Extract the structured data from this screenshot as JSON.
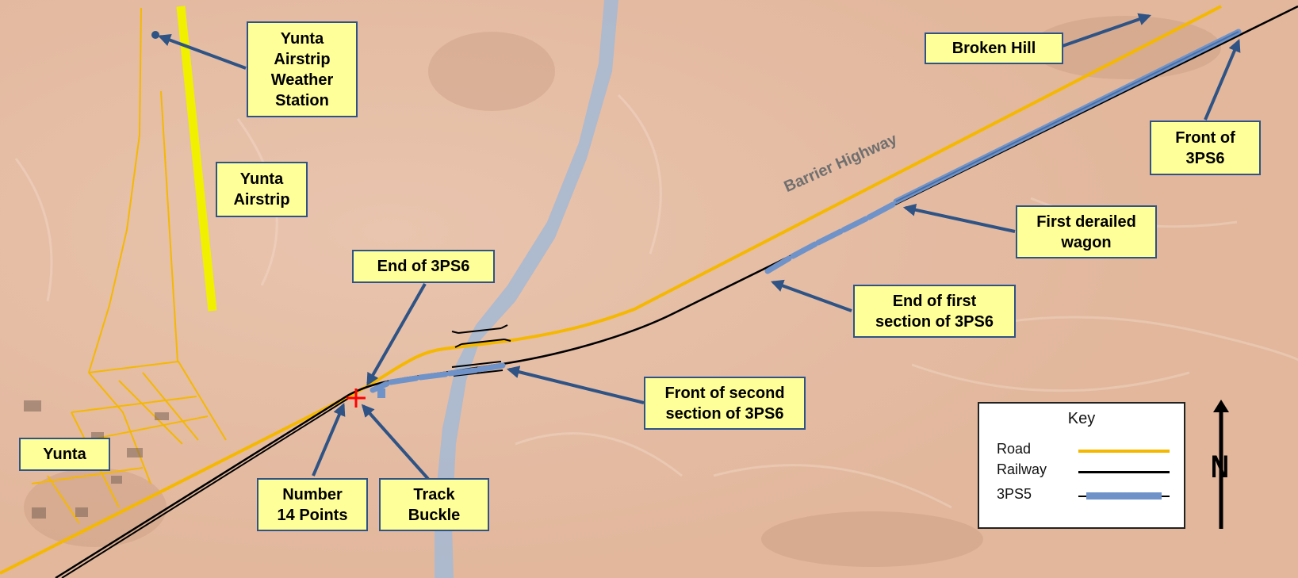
{
  "map": {
    "road_name": "Barrier Highway",
    "colors": {
      "road": "#f5b800",
      "railway": "#000000",
      "train": "#6f93c8",
      "label_fill": "#ffff99",
      "label_border": "#2e5384",
      "river": "#a7b9d2",
      "airstrip": "#f0f000",
      "marker": "#ff0000"
    },
    "labels": {
      "weather_station": "Yunta\nAirstrip\nWeather\nStation",
      "airstrip": "Yunta\nAirstrip",
      "broken_hill": "Broken Hill",
      "front_3ps6": "Front of\n3PS6",
      "first_derailed_wagon": "First derailed\nwagon",
      "end_3ps6": "End of 3PS6",
      "end_first_section": "End of first\nsection of 3PS6",
      "front_second_section": "Front of second\nsection of 3PS6",
      "yunta": "Yunta",
      "number_14_points": "Number\n14 Points",
      "track_buckle": "Track\nBuckle"
    },
    "icons": [
      "weather-station-marker",
      "track-buckle-cross-marker",
      "north-arrow-icon"
    ]
  },
  "key": {
    "title": "Key",
    "items": [
      {
        "label": "Road",
        "style": "road"
      },
      {
        "label": "Railway",
        "style": "railway"
      },
      {
        "label": "3PS5",
        "style": "train"
      }
    ]
  },
  "north": {
    "letter": "N"
  }
}
